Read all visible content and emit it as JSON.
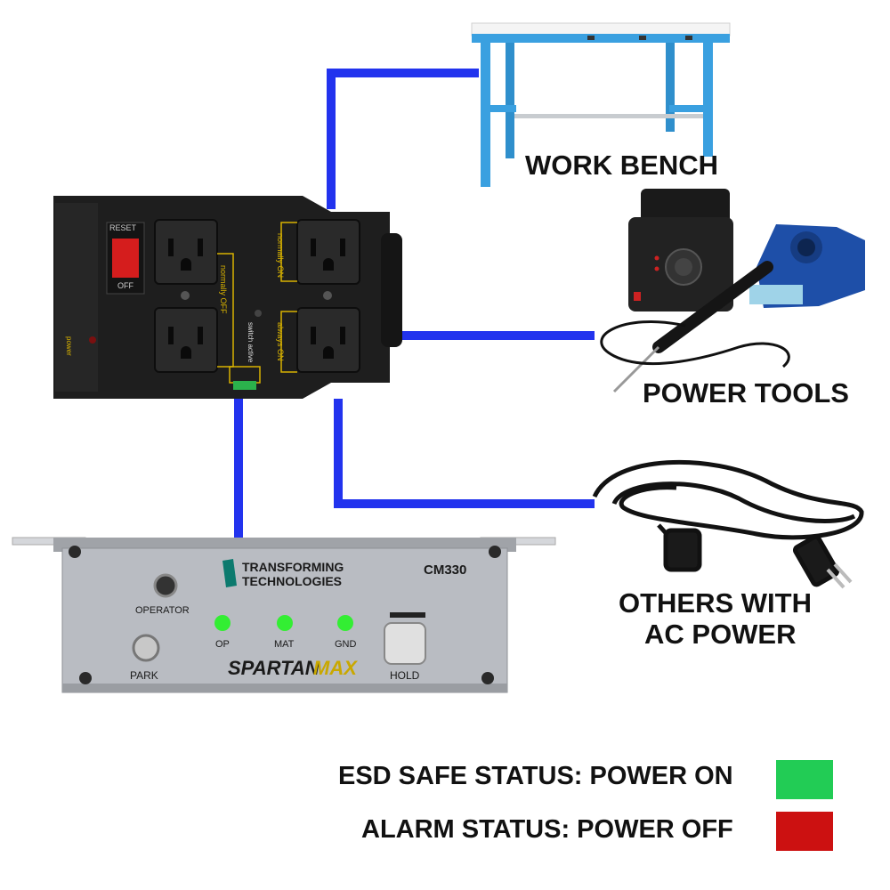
{
  "labels": {
    "work_bench": "WORK BENCH",
    "power_tools": "POWER TOOLS",
    "others_line1": "OTHERS WITH",
    "others_line2": "AC POWER"
  },
  "legend": [
    {
      "text": "ESD SAFE STATUS: POWER ON",
      "color": "#22cc55"
    },
    {
      "text": "ALARM STATUS: POWER OFF",
      "color": "#cc1111"
    }
  ],
  "power_strip": {
    "reset": "RESET",
    "off": "OFF",
    "power": "power",
    "normally_off": "normally OFF",
    "normally_on": "normally ON",
    "always_on": "always ON",
    "switch_active": "switch active"
  },
  "monitor": {
    "brand_line1": "TRANSFORMING",
    "brand_line2": "TECHNOLOGIES",
    "model": "CM330",
    "operator": "OPERATOR",
    "op": "OP",
    "mat": "MAT",
    "gnd": "GND",
    "park": "PARK",
    "hold": "HOLD",
    "logo_a": "SPARTAN",
    "logo_b": "MAX"
  },
  "colors": {
    "wire": "#2233ee",
    "led_green": "#33ee33",
    "bench_frame": "#3aa0e0",
    "strip_body": "#1e1e1e",
    "monitor_face": "#b9bcc2",
    "accent_gold": "#d8b200"
  }
}
